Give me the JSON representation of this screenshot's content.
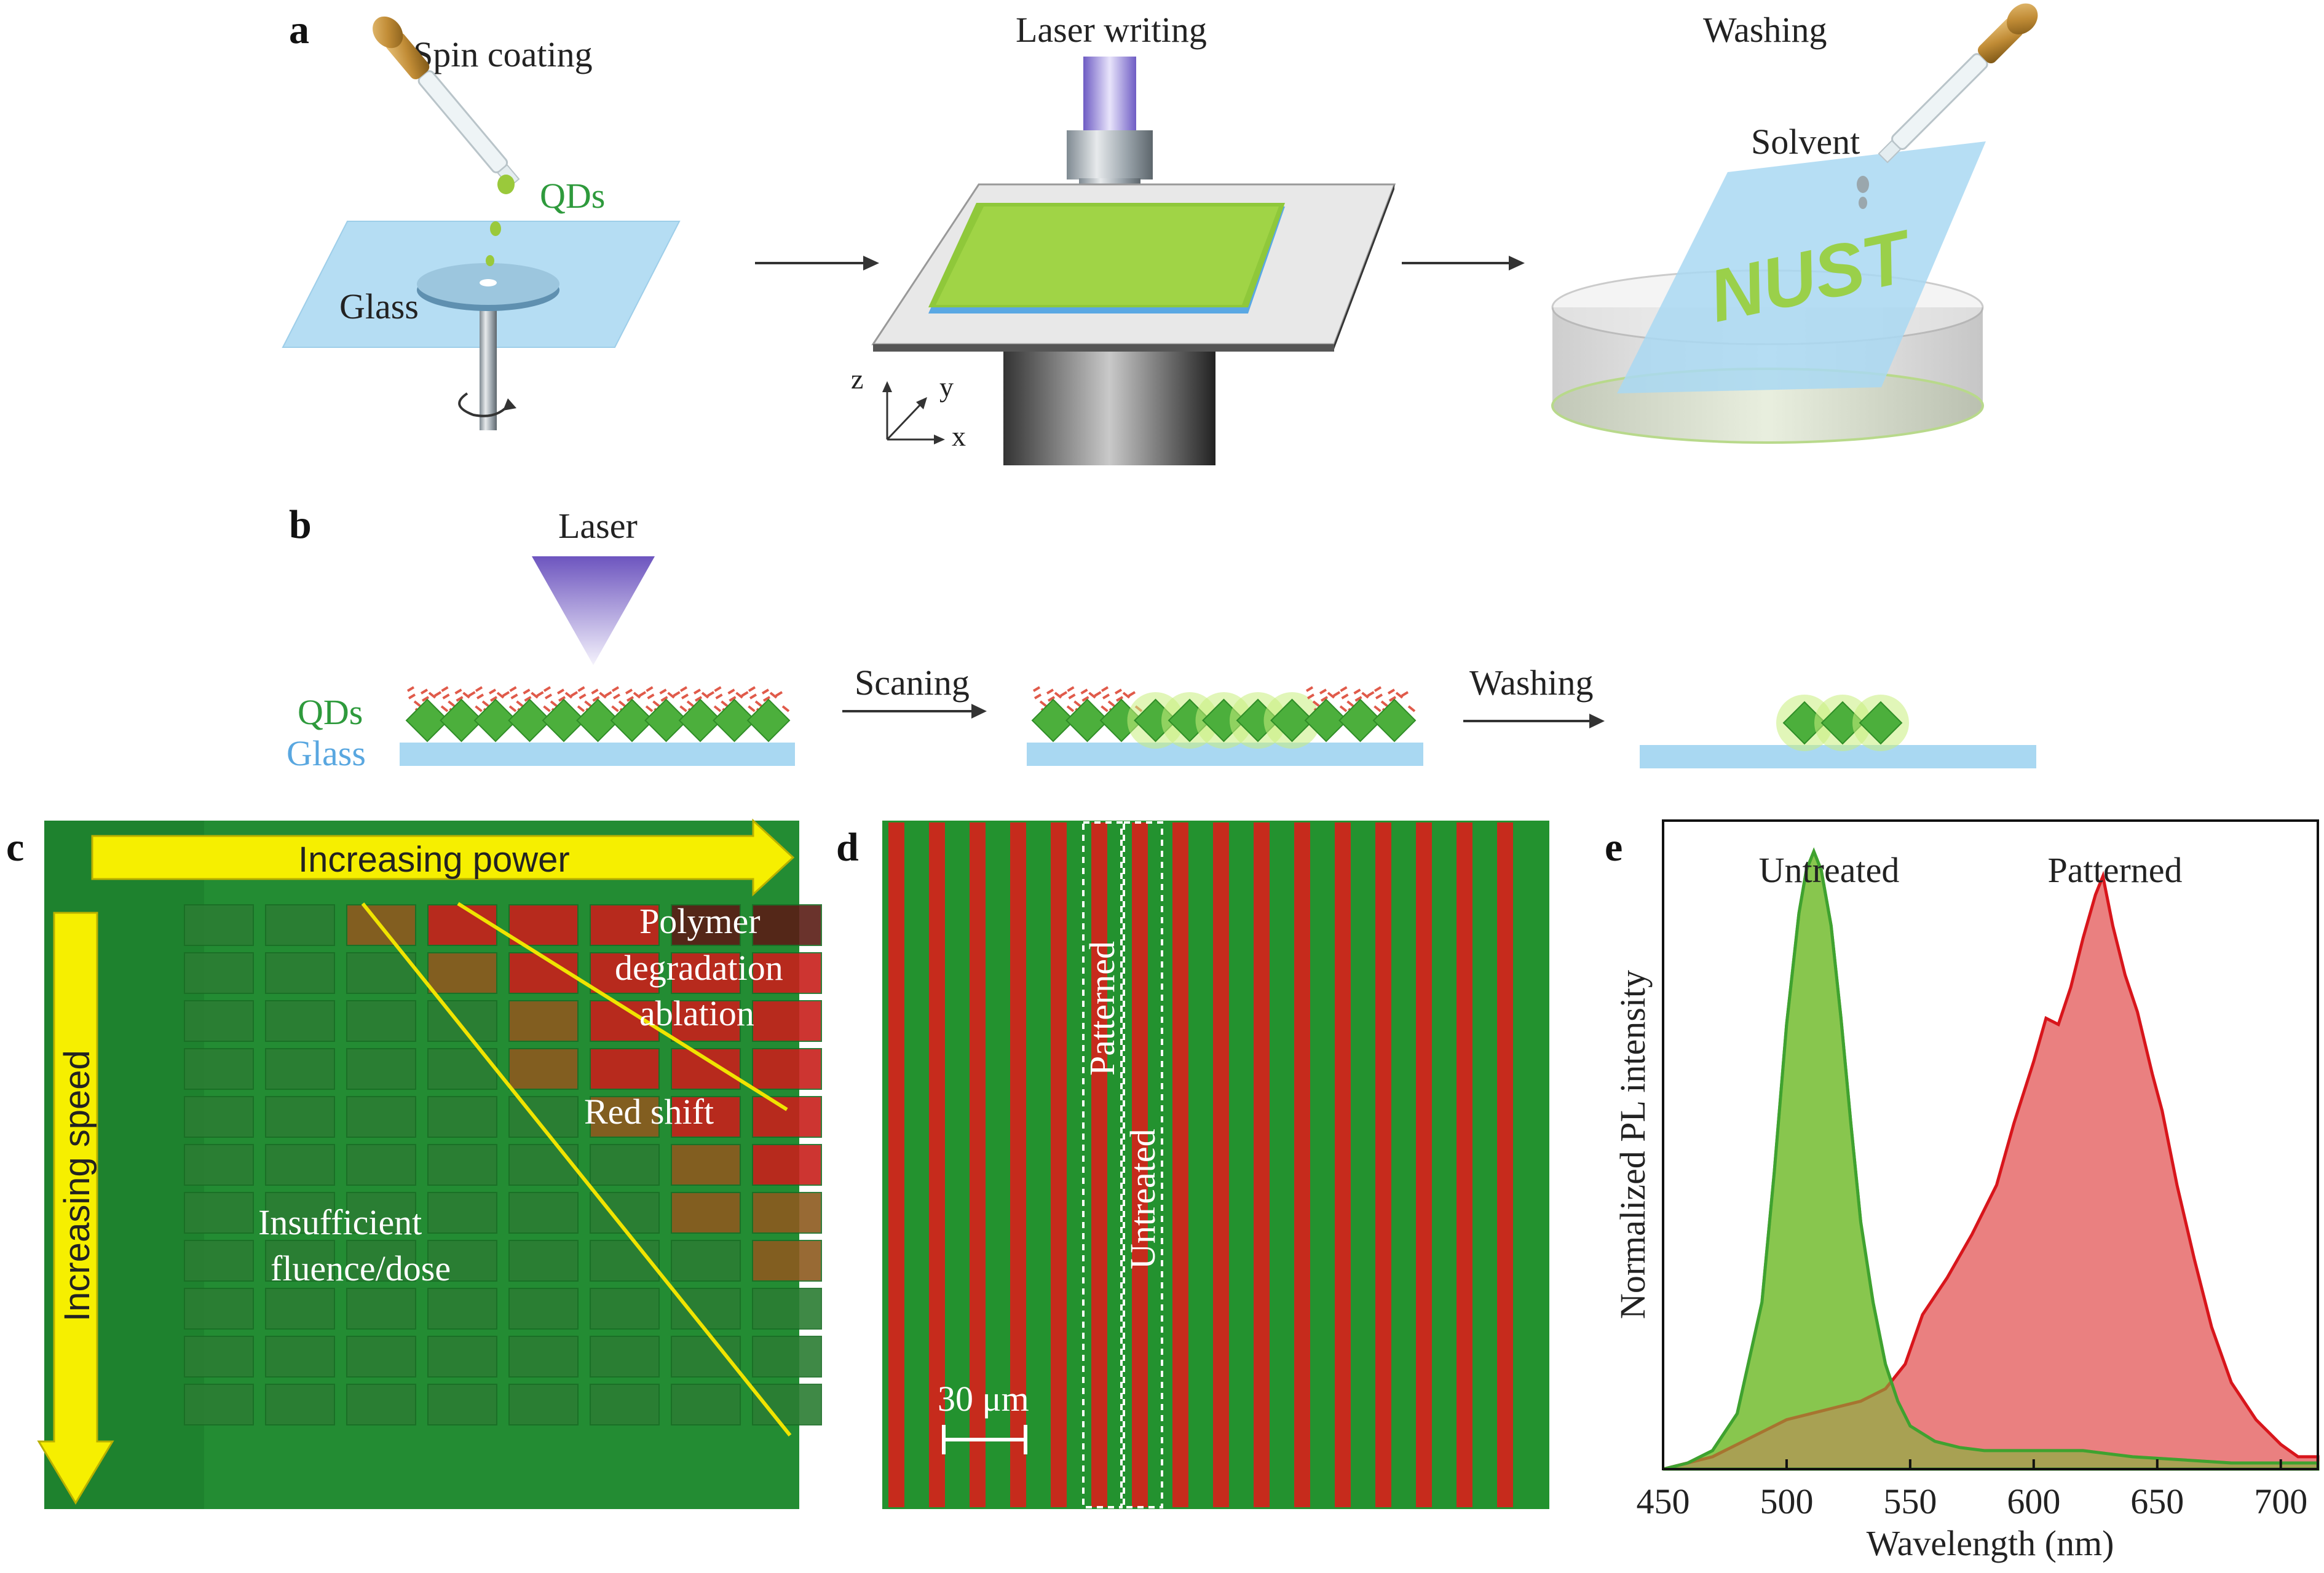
{
  "panels": {
    "a": {
      "label": "a",
      "steps": [
        "Spin coating",
        "Laser writing",
        "Washing"
      ],
      "qds_label": "QDs",
      "glass_label": "Glass",
      "solvent_label": "Solvent",
      "nust_text": "NUST",
      "axes": {
        "z": "z",
        "y": "y",
        "x": "x"
      }
    },
    "b": {
      "label": "b",
      "laser_label": "Laser",
      "qds_label": "QDs",
      "glass_label": "Glass",
      "step1": "Scaning",
      "step2": "Washing"
    },
    "c": {
      "label": "c",
      "power_label": "Increasing power",
      "speed_label": "Increasing speed",
      "region_polymer": [
        "Polymer",
        "degradation",
        "ablation"
      ],
      "region_redshift": "Red shift",
      "region_insufficient": [
        "Insufficient",
        "fluence/dose"
      ]
    },
    "d": {
      "label": "d",
      "patterned_label": "Patterned",
      "untreated_label": "Untreated",
      "scale_label": "30 μm"
    },
    "e": {
      "label": "e",
      "series_untreated": "Untreated",
      "series_patterned": "Patterned"
    }
  },
  "colors": {
    "qd_green": "#2e9a3c",
    "glass_blue": "#a9d8f2",
    "laser_violet": "#7a65c8",
    "arrow_yellow": "#f6ef00",
    "untreated_fill": "#7fc241",
    "patterned_fill": "#e66a6a",
    "patterned_line": "#d8151b",
    "untreated_line": "#3fa22f"
  },
  "chart_data": {
    "type": "area",
    "xlabel": "Wavelength (nm)",
    "ylabel": "Normalized PL intensity",
    "xlim": [
      450,
      715
    ],
    "ylim": [
      0,
      1.05
    ],
    "xticks": [
      450,
      500,
      550,
      600,
      650,
      700
    ],
    "grid": false,
    "legend": "labels above peaks",
    "series": [
      {
        "name": "Untreated",
        "x": [
          450,
          460,
          470,
          480,
          490,
          495,
          500,
          505,
          508,
          511,
          514,
          518,
          522,
          526,
          530,
          535,
          540,
          545,
          550,
          560,
          570,
          580,
          600,
          620,
          640,
          660,
          680,
          700,
          715
        ],
        "y": [
          0.0,
          0.01,
          0.03,
          0.09,
          0.27,
          0.48,
          0.72,
          0.9,
          0.97,
          1.0,
          0.97,
          0.88,
          0.73,
          0.56,
          0.4,
          0.27,
          0.17,
          0.11,
          0.07,
          0.045,
          0.035,
          0.03,
          0.03,
          0.03,
          0.02,
          0.015,
          0.01,
          0.01,
          0.01
        ]
      },
      {
        "name": "Patterned",
        "x": [
          450,
          470,
          480,
          490,
          500,
          510,
          520,
          530,
          540,
          548,
          555,
          565,
          575,
          585,
          592,
          600,
          605,
          610,
          615,
          620,
          625,
          628,
          632,
          637,
          642,
          648,
          652,
          658,
          665,
          672,
          680,
          690,
          700,
          707,
          715
        ],
        "y": [
          0.0,
          0.02,
          0.04,
          0.06,
          0.08,
          0.09,
          0.1,
          0.11,
          0.13,
          0.17,
          0.25,
          0.31,
          0.38,
          0.46,
          0.56,
          0.66,
          0.73,
          0.72,
          0.78,
          0.86,
          0.93,
          0.96,
          0.88,
          0.8,
          0.74,
          0.64,
          0.58,
          0.46,
          0.34,
          0.23,
          0.14,
          0.08,
          0.04,
          0.02,
          0.02
        ]
      }
    ]
  }
}
